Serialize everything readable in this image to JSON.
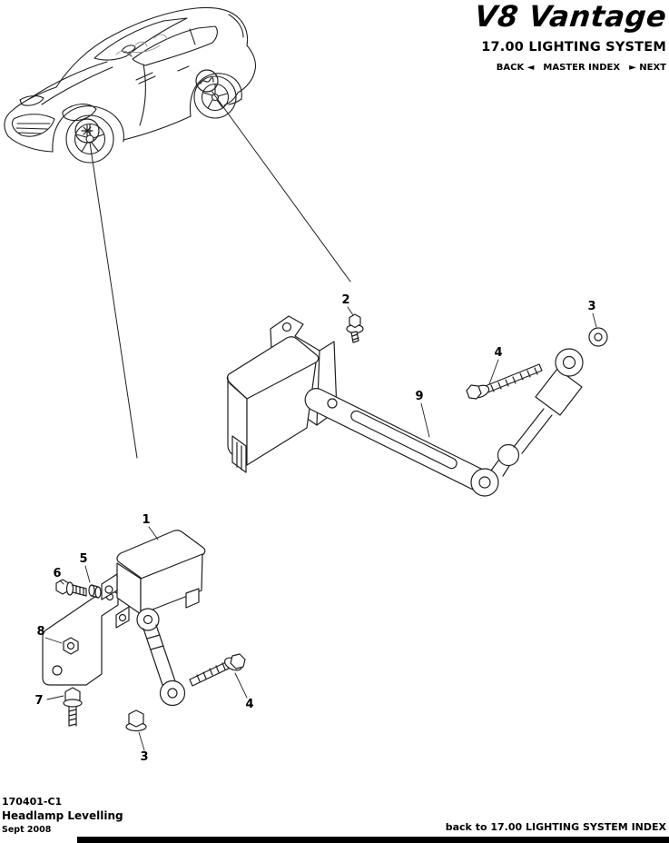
{
  "header": {
    "brand": "V8 Vantage",
    "section": "17.00 LIGHTING SYSTEM",
    "nav": {
      "back": "BACK",
      "back_arrow": "◄",
      "master_index": "MASTER INDEX",
      "next_arrow": "►",
      "next": "NEXT"
    }
  },
  "diagram": {
    "callouts": {
      "n1": "1",
      "n2": "2",
      "n3_top": "3",
      "n3_bottom": "3",
      "n4_top": "4",
      "n4_bottom": "4",
      "n5": "5",
      "n6": "6",
      "n7": "7",
      "n8": "8",
      "n9": "9"
    }
  },
  "footer": {
    "doc_code": "170401-C1",
    "doc_title": "Headlamp Levelling",
    "date": "Sept 2008",
    "index_link": "back to 17.00 LIGHTING SYSTEM INDEX"
  }
}
